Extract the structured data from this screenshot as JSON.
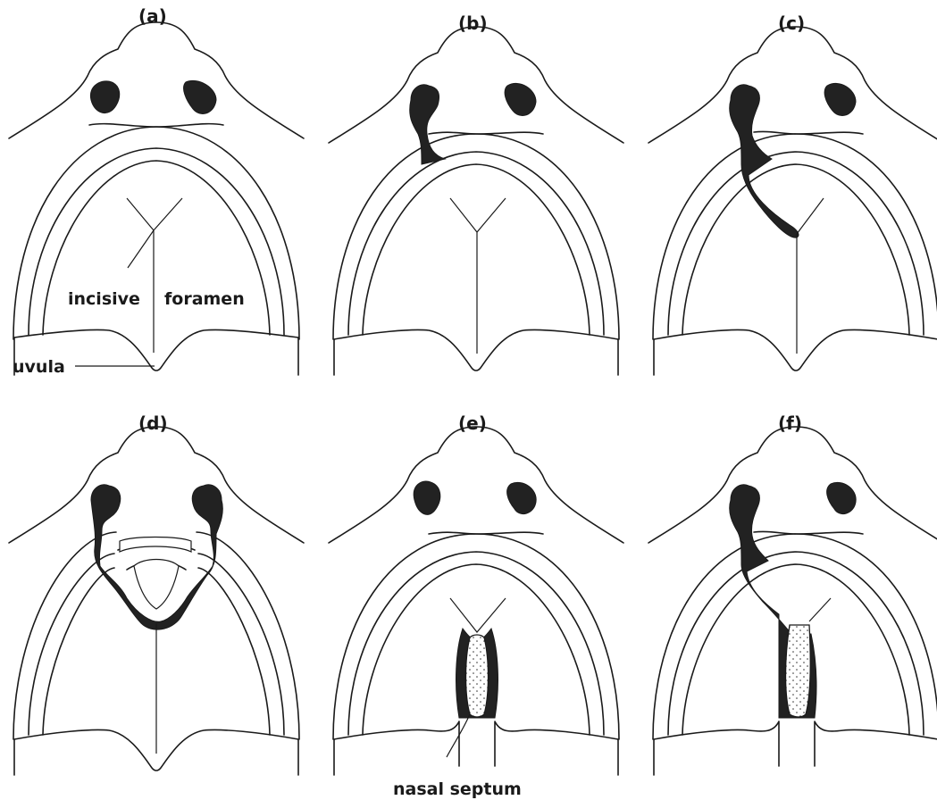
{
  "figure": {
    "panels": [
      {
        "id": "a",
        "label": "(a)"
      },
      {
        "id": "b",
        "label": "(b)"
      },
      {
        "id": "c",
        "label": "(c)"
      },
      {
        "id": "d",
        "label": "(d)"
      },
      {
        "id": "e",
        "label": "(e)"
      },
      {
        "id": "f",
        "label": "(f)"
      }
    ],
    "annotations": {
      "incisive": "incisive",
      "foramen": "foramen",
      "uvula": "uvula",
      "nasal_septum": "nasal septum"
    },
    "colors": {
      "ink": "#1a1a1a",
      "fill_dark": "#222222",
      "background": "#ffffff"
    }
  }
}
